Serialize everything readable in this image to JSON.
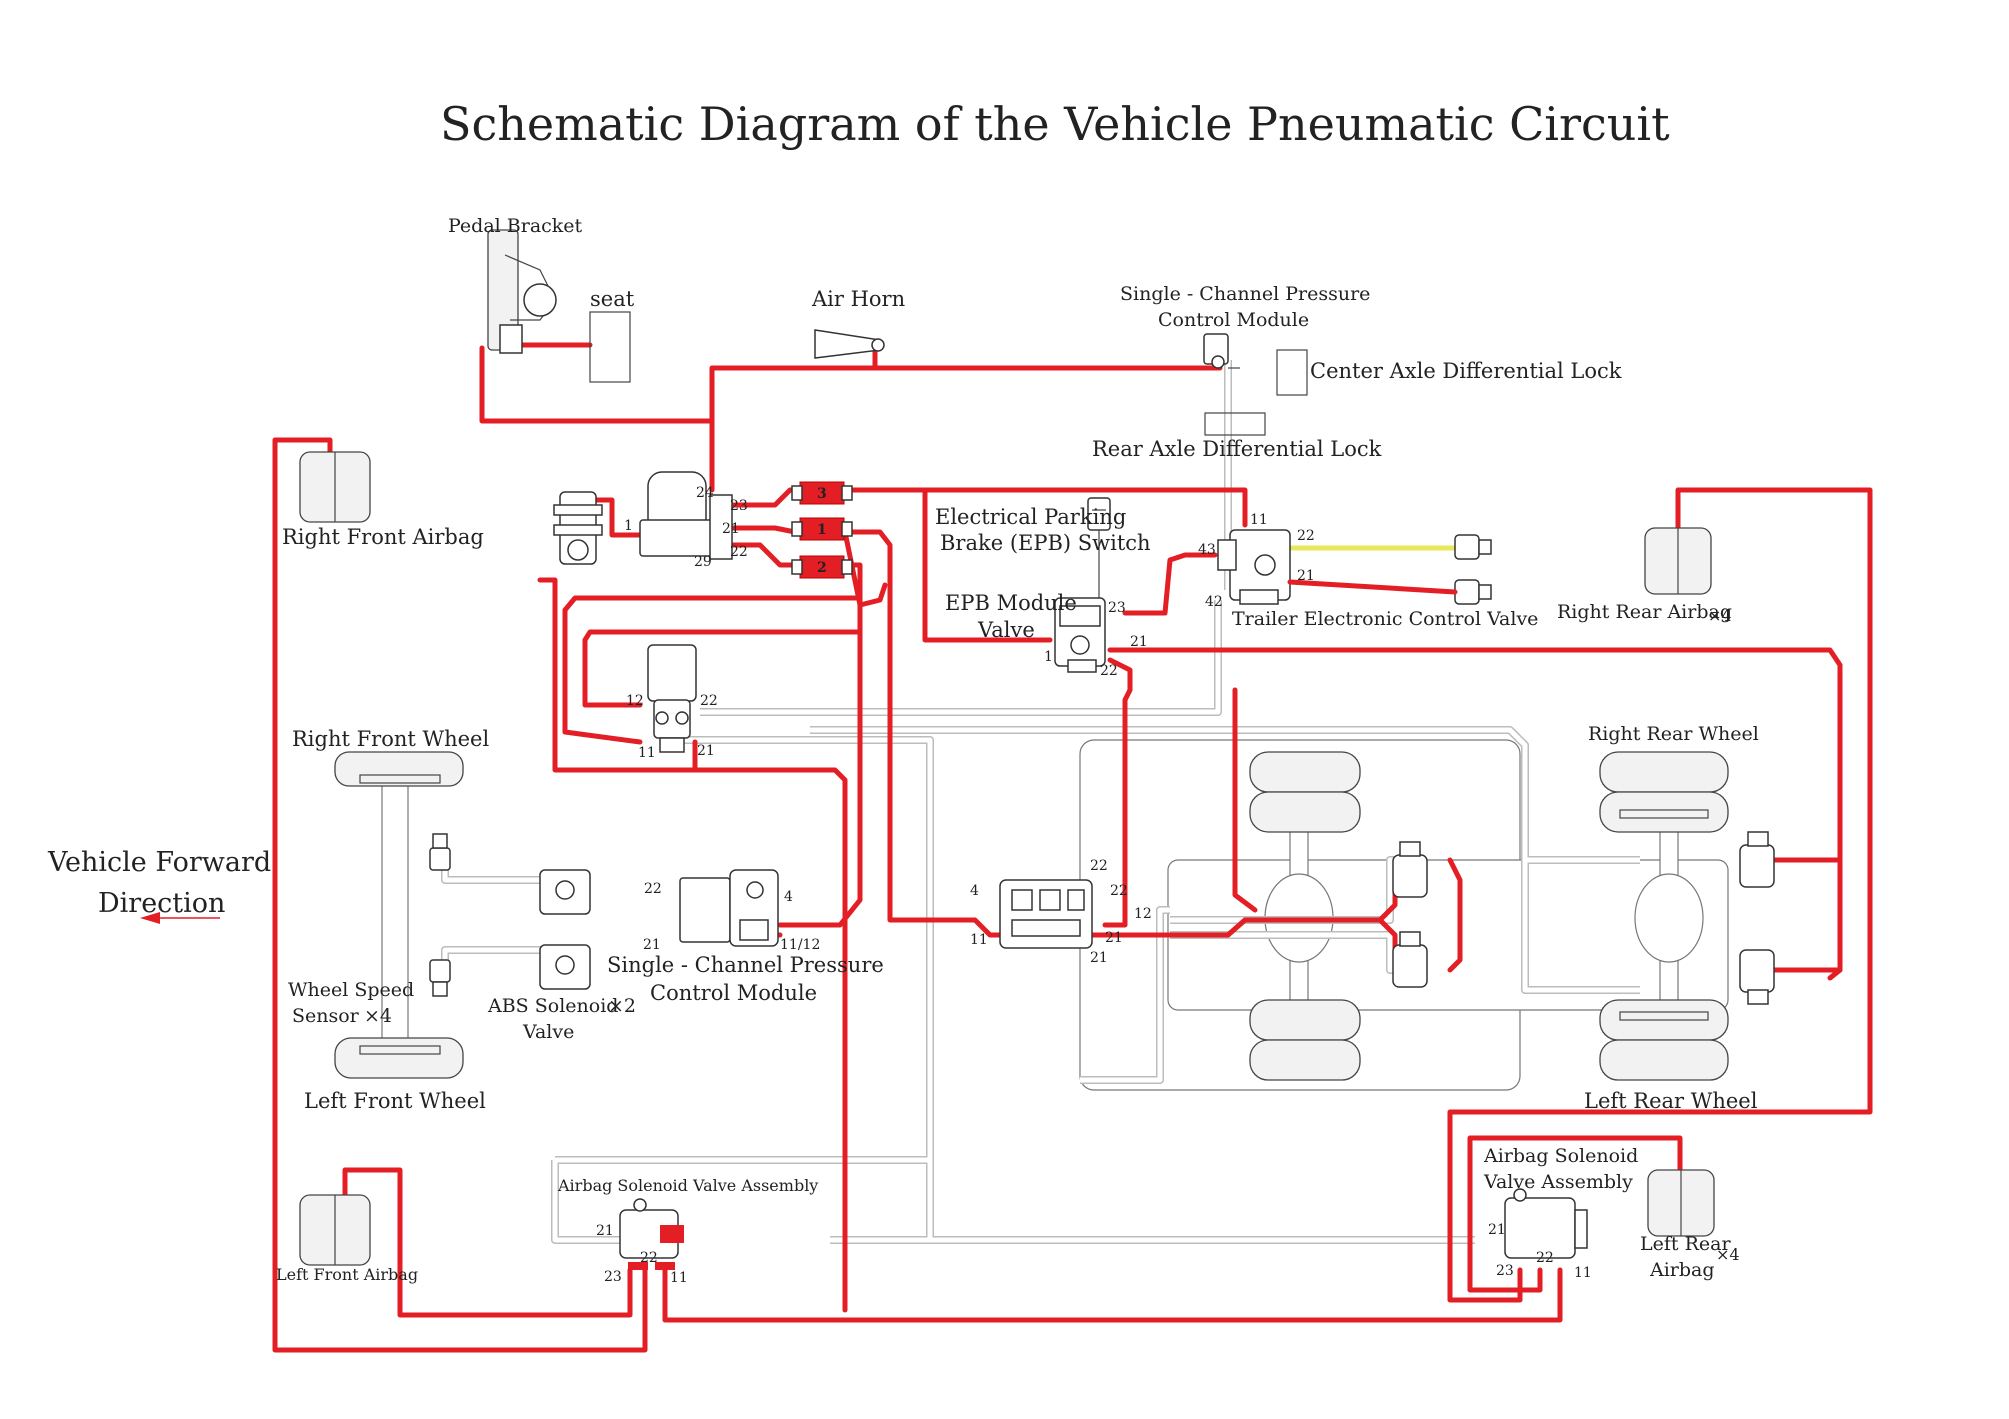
{
  "title": "Schematic Diagram of the Vehicle Pneumatic Circuit",
  "labels": {
    "pedal_bracket": "Pedal Bracket",
    "seat": "seat",
    "air_horn": "Air Horn",
    "single_channel_top_1": "Single - Channel Pressure",
    "single_channel_top_2": "Control Module",
    "center_axle_lock": "Center Axle Differential Lock",
    "rear_axle_lock": "Rear Axle Differential Lock",
    "right_front_airbag": "Right Front Airbag",
    "epb_switch_1": "Electrical Parking",
    "epb_switch_2": "Brake (EPB) Switch",
    "epb_module_1": "EPB Module",
    "epb_module_2": "Valve",
    "trailer_valve": "Trailer Electronic Control Valve",
    "right_rear_airbag": "Right Rear Airbag",
    "right_rear_airbag_count": "×4",
    "right_front_wheel": "Right Front Wheel",
    "right_rear_wheel": "Right Rear Wheel",
    "forward_1": "Vehicle Forward",
    "forward_2": "Direction",
    "wheel_speed_1": "Wheel Speed",
    "wheel_speed_2": "Sensor",
    "wheel_speed_count": "×4",
    "abs_1": "ABS Solenoid",
    "abs_count": "×2",
    "abs_2": "Valve",
    "single_channel_mid_1": "Single - Channel Pressure",
    "single_channel_mid_2": "Control Module",
    "left_front_wheel": "Left Front Wheel",
    "left_rear_wheel": "Left Rear Wheel",
    "airbag_valve_front": "Airbag Solenoid Valve Assembly",
    "left_front_airbag": "Left Front Airbag",
    "airbag_valve_rear_1": "Airbag Solenoid",
    "airbag_valve_rear_2": "Valve Assembly",
    "left_rear_airbag_1": "Left Rear",
    "left_rear_airbag_2": "Airbag",
    "left_rear_airbag_count": "×4"
  },
  "reservoirs": [
    "3",
    "1",
    "2"
  ],
  "ports": {
    "dryer": [
      "24",
      "23",
      "1",
      "21",
      "22",
      "29"
    ],
    "trailer": [
      "11",
      "22",
      "43",
      "21",
      "42"
    ],
    "epb": [
      "23",
      "21",
      "1",
      "22"
    ],
    "foot_valve": [
      "12",
      "22",
      "11",
      "21"
    ],
    "front_module": [
      "22",
      "4",
      "21",
      "11/12"
    ],
    "rear_module": [
      "22",
      "4",
      "22",
      "12",
      "11",
      "21",
      "21"
    ],
    "front_airbag_valve": [
      "21",
      "22",
      "23",
      "11"
    ],
    "rear_airbag_valve": [
      "21",
      "22",
      "23",
      "11"
    ]
  },
  "colors": {
    "air_line": "#e31e24",
    "electric_line": "#bcbcbc",
    "trailer_line": "#e8e85a"
  }
}
